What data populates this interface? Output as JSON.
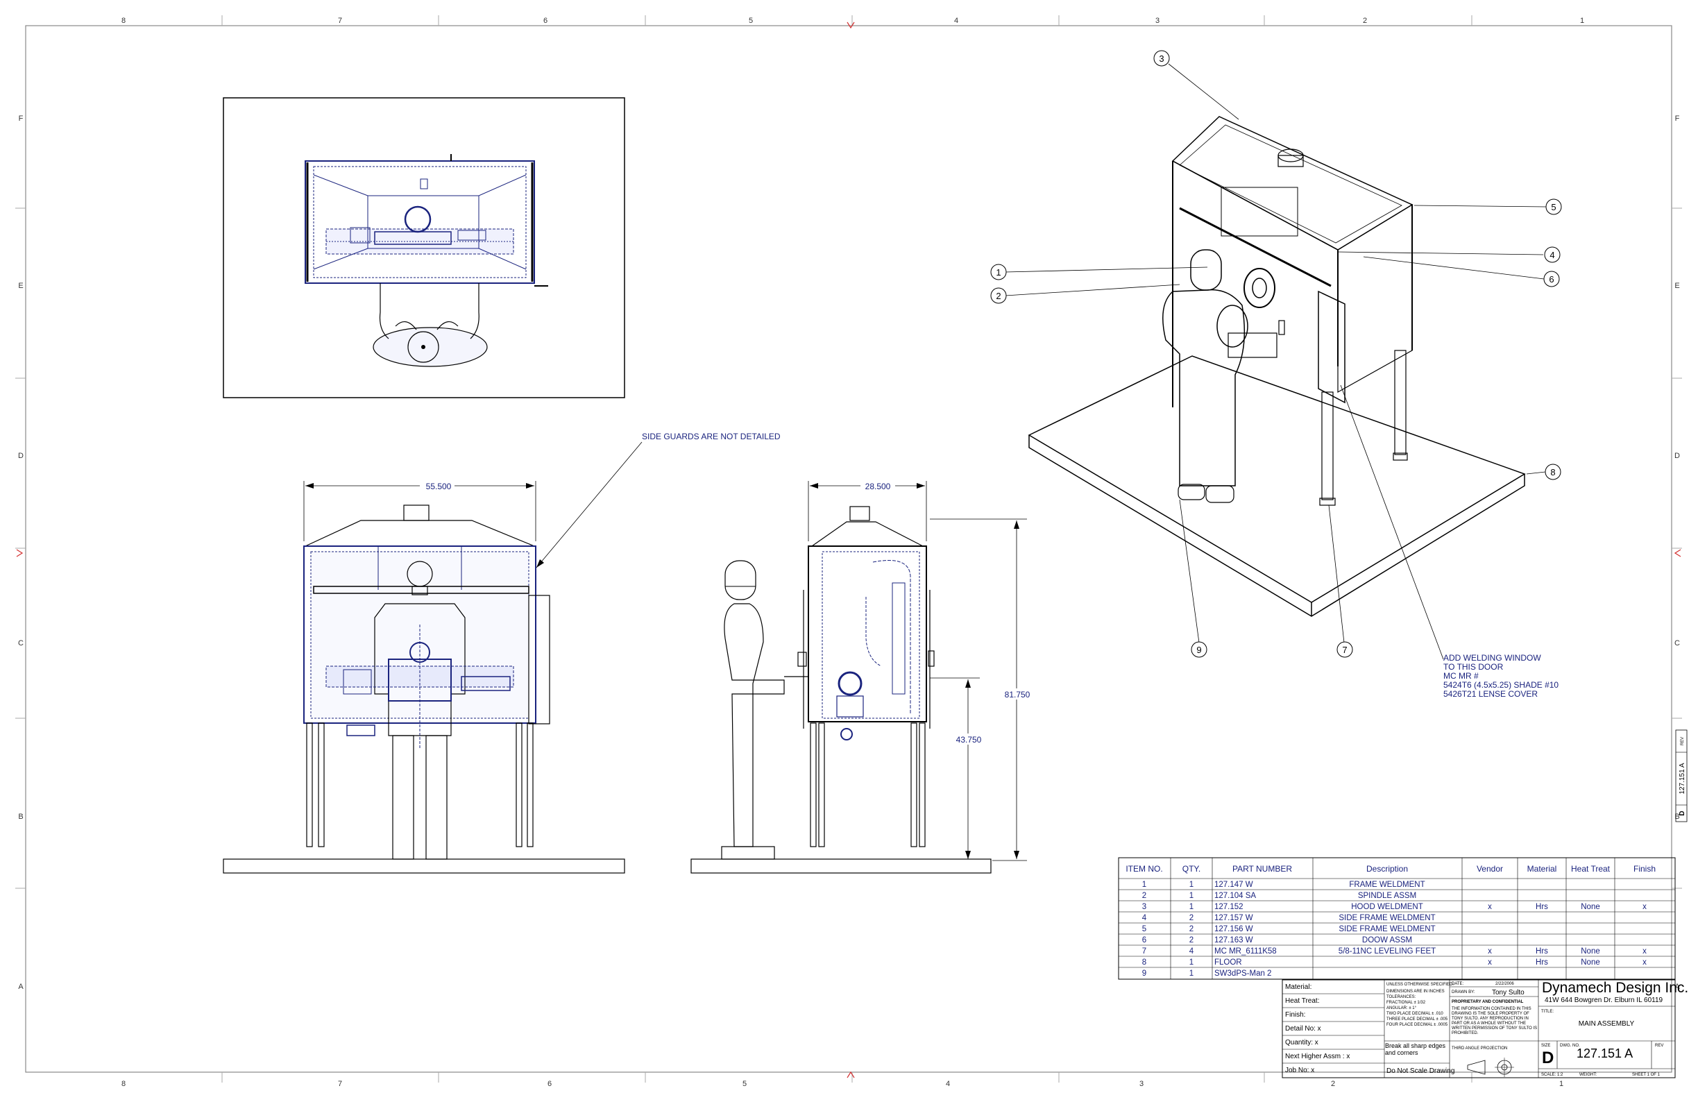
{
  "zones": {
    "top": [
      "8",
      "7",
      "6",
      "5",
      "4",
      "3",
      "2",
      "1"
    ],
    "bottom": [
      "8",
      "7",
      "6",
      "5",
      "4",
      "3",
      "2",
      "1"
    ],
    "side": [
      "F",
      "E",
      "D",
      "C",
      "B",
      "A"
    ]
  },
  "notes": {
    "side_guards": "SIDE GUARDS ARE NOT DETAILED",
    "welding": [
      "ADD WELDING WINDOW",
      "TO THIS DOOR",
      "MC MR #",
      "5424T6 (4.5x5.25) SHADE #10",
      "5426T21 LENSE COVER"
    ]
  },
  "dimensions": {
    "front_width": "55.500",
    "side_width": "28.500",
    "overall_height": "81.750",
    "table_height": "43.750"
  },
  "balloons": [
    "1",
    "2",
    "3",
    "4",
    "5",
    "6",
    "7",
    "8",
    "9"
  ],
  "bom": {
    "headers": [
      "ITEM NO.",
      "QTY.",
      "PART NUMBER",
      "Description",
      "Vendor",
      "Material",
      "Heat Treat",
      "Finish"
    ],
    "rows": [
      [
        "1",
        "1",
        "127.147 W",
        "FRAME WELDMENT",
        "",
        "",
        "",
        ""
      ],
      [
        "2",
        "1",
        "127.104 SA",
        "SPINDLE ASSM",
        "",
        "",
        "",
        ""
      ],
      [
        "3",
        "1",
        "127.152",
        "HOOD WELDMENT",
        "x",
        "Hrs",
        "None",
        "x"
      ],
      [
        "4",
        "2",
        "127.157 W",
        "SIDE FRAME WELDMENT",
        "",
        "",
        "",
        ""
      ],
      [
        "5",
        "2",
        "127.156 W",
        "SIDE FRAME WELDMENT",
        "",
        "",
        "",
        ""
      ],
      [
        "6",
        "2",
        "127.163 W",
        "DOOW ASSM",
        "",
        "",
        "",
        ""
      ],
      [
        "7",
        "4",
        "MC MR_6111K58",
        "5/8-11NC LEVELING FEET",
        "x",
        "Hrs",
        "None",
        "x"
      ],
      [
        "8",
        "1",
        "FLOOR",
        "",
        "x",
        "Hrs",
        "None",
        "x"
      ],
      [
        "9",
        "1",
        "SW3dPS-Man 2",
        "",
        "",
        "",
        "",
        ""
      ]
    ]
  },
  "title_block": {
    "left_labels": [
      "Material:",
      "Heat Treat:",
      "Finish:",
      "Detail No: x",
      "Quantity: x",
      "Next Higher Assm : x",
      "Job No: x"
    ],
    "tolerance_lines": [
      "UNLESS OTHERWISE SPECIFIED:",
      "DIMENSIONS ARE IN INCHES",
      "TOLERANCES:",
      "FRACTIONAL ± 1/32",
      "ANGULAR: ± 1°",
      "TWO PLACE DECIMAL ± .010",
      "THREE PLACE DECIMAL ± .005",
      "FOUR PLACE DECIMAL ± .0005"
    ],
    "break_note": "Break all sharp edges and corners",
    "no_scale": "Do Not Scale Drawing",
    "date_label": "DATE:",
    "date": "2/22/2006",
    "drawn_label": "DRAWN BY:",
    "drawn_by": "Tony Sulto",
    "proprietary_title": "PROPRIETARY AND CONFIDENTIAL",
    "proprietary_lines": [
      "THE INFORMATION CONTAINED IN THIS",
      "DRAWING IS THE SOLE PROPERTY OF",
      "TONY SULTO. ANY REPRODUCTION IN",
      "PART OR AS A WHOLE WITHOUT THE",
      "WRITTEN PERMISSION OF TONY SULTO IS",
      "PROHIBITED."
    ],
    "projection": "THIRD ANGLE PROJECTION",
    "company": "Dynamech Design Inc.",
    "address": "41W 644 Bowgren Dr. Elburn IL 60119",
    "title_label": "TITLE:",
    "title": "MAIN ASSEMBLY",
    "size_label": "SIZE",
    "size": "D",
    "dwg_label": "DWG. NO.",
    "dwg_no": "127.151 A",
    "rev_label": "REV",
    "scale": "SCALE: 1:2",
    "weight": "WEIGHT:",
    "sheet": "SHEET 1 OF 1"
  },
  "edge_stamp": {
    "rev_label": "REV",
    "dwg_no": "127.151 A",
    "size": "D"
  }
}
